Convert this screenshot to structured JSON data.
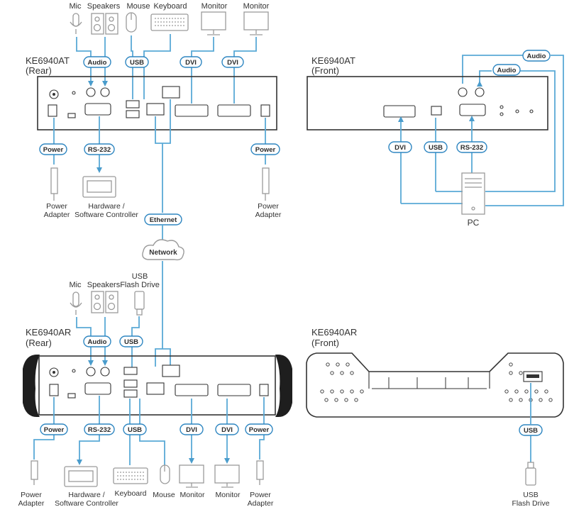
{
  "colors": {
    "wire": "#5aa9d6",
    "label_border": "#2e86c1",
    "device": "#333333",
    "peripheral": "#9a9a9a"
  },
  "tx_rear": {
    "title": "KE6940AT",
    "subtitle": "(Rear)",
    "peripherals": {
      "mic": "Mic",
      "speakers": "Speakers",
      "mouse": "Mouse",
      "keyboard": "Keyboard",
      "monitor1": "Monitor",
      "monitor2": "Monitor"
    },
    "tags": {
      "audio": "Audio",
      "usb": "USB",
      "dvi1": "DVI",
      "dvi2": "DVI",
      "power_left": "Power",
      "rs232": "RS-232",
      "power_right": "Power"
    },
    "power_adapter_left": [
      "Power",
      "Adapter"
    ],
    "controller": [
      "Hardware /",
      "Software Controller"
    ],
    "power_adapter_right": [
      "Power",
      "Adapter"
    ]
  },
  "tx_front": {
    "title": "KE6940AT",
    "subtitle": "(Front)",
    "tags": {
      "audio_top": "Audio",
      "audio_bottom": "Audio",
      "dvi": "DVI",
      "usb": "USB",
      "rs232": "RS-232"
    },
    "pc": "PC"
  },
  "network": {
    "ethernet": "Ethernet",
    "cloud": "Network"
  },
  "rx_rear": {
    "title": "KE6940AR",
    "subtitle": "(Rear)",
    "peripherals": {
      "mic": "Mic",
      "speakers": "Speakers",
      "usb_drive": [
        "USB",
        "Flash Drive"
      ]
    },
    "tags": {
      "audio": "Audio",
      "usb_top": "USB",
      "power_left": "Power",
      "rs232": "RS-232",
      "usb_bottom": "USB",
      "dvi1": "DVI",
      "dvi2": "DVI",
      "power_right": "Power"
    },
    "bottom": {
      "power_adapter_left": [
        "Power",
        "Adapter"
      ],
      "controller": [
        "Hardware /",
        "Software Controller"
      ],
      "keyboard": "Keyboard",
      "mouse": "Mouse",
      "monitor1": "Monitor",
      "monitor2": "Monitor",
      "power_adapter_right": [
        "Power",
        "Adapter"
      ]
    }
  },
  "rx_front": {
    "title": "KE6940AR",
    "subtitle": "(Front)",
    "tags": {
      "usb": "USB"
    },
    "usb_drive": [
      "USB",
      "Flash Drive"
    ]
  }
}
